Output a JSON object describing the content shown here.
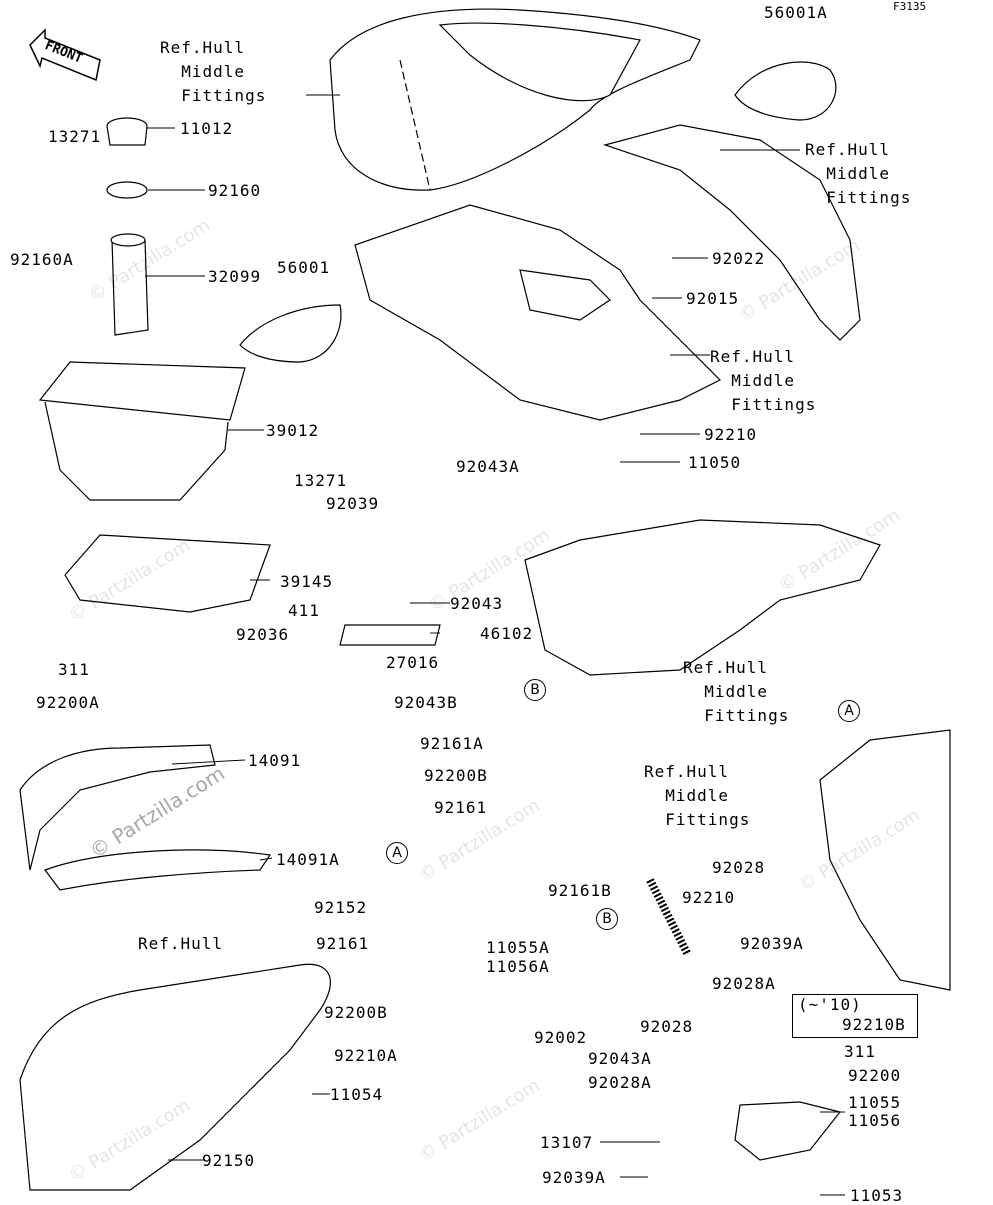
{
  "figure_code": "F3135",
  "front_label": "FRONT",
  "callouts": {
    "c56001A": "56001A",
    "c13271a": "13271",
    "c11012": "11012",
    "c92160": "92160",
    "c92160A": "92160A",
    "c32099": "32099",
    "c56001": "56001",
    "c39012": "39012",
    "c13271b": "13271",
    "c92039": "92039",
    "c39145": "39145",
    "c92022": "92022",
    "c92015": "92015",
    "c92210a": "92210",
    "c11050": "11050",
    "c92043A": "92043A",
    "c92043": "92043",
    "c411": "411",
    "c92036": "92036",
    "c46102": "46102",
    "c27016": "27016",
    "c311a": "311",
    "c92200A": "92200A",
    "c92043B": "92043B",
    "c92161A": "92161A",
    "c14091": "14091",
    "c92200Ba": "92200B",
    "c92161a": "92161",
    "c14091A": "14091A",
    "c92152": "92152",
    "c92161b": "92161",
    "c92200Bb": "92200B",
    "c92210A": "92210A",
    "c11054": "11054",
    "c92150": "92150",
    "c92028a": "92028",
    "c92161B": "92161B",
    "c92210b": "92210",
    "c11055A": "11055A",
    "c11056A": "11056A",
    "c92039Aa": "92039A",
    "c92028Aa": "92028A",
    "c92002": "92002",
    "c92028b": "92028",
    "c92043Ab": "92043A",
    "c92210B": "92210B",
    "c311b": "311",
    "c92200": "92200",
    "c92028Ab": "92028A",
    "c11055": "11055",
    "c11056": "11056",
    "c13107": "13107",
    "c92039Ab": "92039A",
    "c11053": "11053"
  },
  "year_note": "(~'10)",
  "references": {
    "r1": "Ref.Hull\n  Middle\n  Fittings",
    "r2": "Ref.Hull\n  Middle\n  Fittings",
    "r3": "Ref.Hull\n  Middle\n  Fittings",
    "r4": "Ref.Hull\n  Middle\n  Fittings",
    "r5": "Ref.Hull\n  Middle\n  Fittings",
    "r6": "Ref.Hull"
  },
  "markers": {
    "A1": "A",
    "A2": "A",
    "B1": "B",
    "B2": "B"
  },
  "watermark": "© Partzilla.com"
}
